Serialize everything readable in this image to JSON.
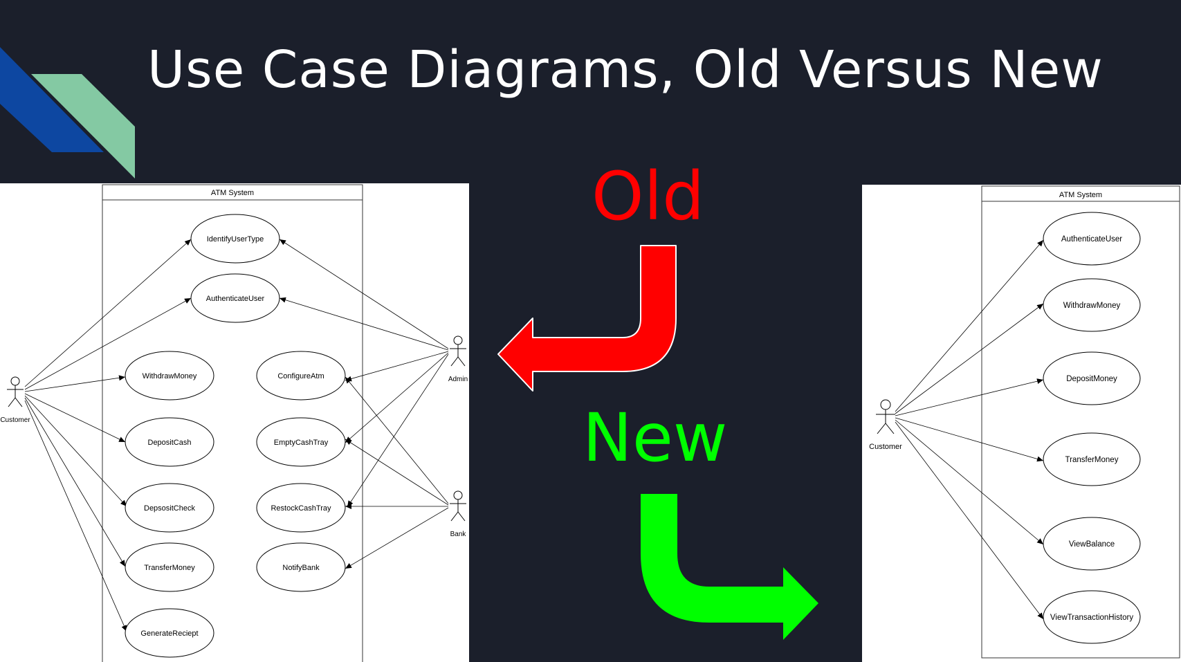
{
  "slide": {
    "title": "Use Case Diagrams, Old Versus New",
    "old_label": "Old",
    "new_label": "New",
    "old_color": "#ff0000",
    "new_color": "#00ff00",
    "background": "#1b1f2b"
  },
  "old_diagram": {
    "system_name": "ATM System",
    "actors": [
      "Customer",
      "Admin",
      "Bank"
    ],
    "use_cases": [
      "IdentifyUserType",
      "AuthenticateUser",
      "WithdrawMoney",
      "DepositCash",
      "DepsositCheck",
      "TransferMoney",
      "GenerateReciept",
      "ConfigureAtm",
      "EmptyCashTray",
      "RestockCashTray",
      "NotifyBank"
    ]
  },
  "new_diagram": {
    "system_name": "ATM System",
    "actors": [
      "Customer"
    ],
    "use_cases": [
      "AuthenticateUser",
      "WithdrawMoney",
      "DepositMoney",
      "TransferMoney",
      "ViewBalance",
      "ViewTransactionHistory"
    ]
  }
}
